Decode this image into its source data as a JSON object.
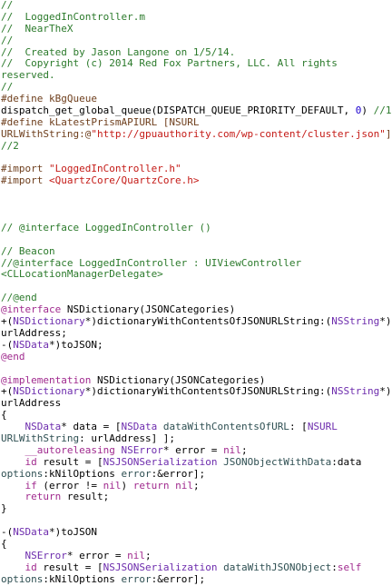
{
  "editor": {
    "colors": {
      "comment": "#2b7a2b",
      "keyword": "#a02a8e",
      "preprocessor": "#6e3e1c",
      "string": "#c41a16",
      "type": "#6d2cad",
      "method": "#2e4f52",
      "number": "#1c00cf",
      "plain": "#000000"
    },
    "lines": [
      [
        [
          "comment",
          "//"
        ]
      ],
      [
        [
          "comment",
          "//  LoggedInController.m"
        ]
      ],
      [
        [
          "comment",
          "//  NearTheX"
        ]
      ],
      [
        [
          "comment",
          "//"
        ]
      ],
      [
        [
          "comment",
          "//  Created by Jason Langone on 1/5/14."
        ]
      ],
      [
        [
          "comment",
          "//  Copyright (c) 2014 Red Fox Partners, LLC. All rights"
        ]
      ],
      [
        [
          "comment",
          "reserved."
        ]
      ],
      [
        [
          "comment",
          "//"
        ]
      ],
      [
        [
          "preproc",
          "#define kBgQueue"
        ]
      ],
      [
        [
          "plain",
          "dispatch_get_global_queue(DISPATCH_QUEUE_PRIORITY_DEFAULT, "
        ],
        [
          "number",
          "0"
        ],
        [
          "plain",
          ") "
        ],
        [
          "comment",
          "//1"
        ]
      ],
      [
        [
          "preproc",
          "#define kLatestPrismAPIURL [NSURL"
        ]
      ],
      [
        [
          "preproc",
          "URLWithString:@"
        ],
        [
          "string",
          "\"http://gpuauthority.com/wp-content/cluster.json\""
        ],
        [
          "preproc",
          "]"
        ]
      ],
      [
        [
          "comment",
          "//2"
        ]
      ],
      [
        [
          "plain",
          ""
        ]
      ],
      [
        [
          "preproc",
          "#import "
        ],
        [
          "string",
          "\"LoggedInController.h\""
        ]
      ],
      [
        [
          "preproc",
          "#import "
        ],
        [
          "string",
          "<QuartzCore/QuartzCore.h>"
        ]
      ],
      [
        [
          "plain",
          ""
        ]
      ],
      [
        [
          "plain",
          ""
        ]
      ],
      [
        [
          "plain",
          ""
        ]
      ],
      [
        [
          "comment",
          "// @interface LoggedInController ()"
        ]
      ],
      [
        [
          "plain",
          ""
        ]
      ],
      [
        [
          "comment",
          "// Beacon"
        ]
      ],
      [
        [
          "comment",
          "//@interface LoggedInController : UIViewController"
        ]
      ],
      [
        [
          "comment",
          "<CLLocationManagerDelegate>"
        ]
      ],
      [
        [
          "plain",
          ""
        ]
      ],
      [
        [
          "comment",
          "//@end"
        ]
      ],
      [
        [
          "keyword",
          "@interface"
        ],
        [
          "plain",
          " NSDictionary(JSONCategories)"
        ]
      ],
      [
        [
          "plain",
          "+("
        ],
        [
          "type",
          "NSDictionary"
        ],
        [
          "plain",
          "*)dictionaryWithContentsOfJSONURLString:("
        ],
        [
          "type",
          "NSString"
        ],
        [
          "plain",
          "*)"
        ]
      ],
      [
        [
          "plain",
          "urlAddress;"
        ]
      ],
      [
        [
          "plain",
          "-("
        ],
        [
          "type",
          "NSData"
        ],
        [
          "plain",
          "*)toJSON;"
        ]
      ],
      [
        [
          "keyword",
          "@end"
        ]
      ],
      [
        [
          "plain",
          ""
        ]
      ],
      [
        [
          "keyword",
          "@implementation"
        ],
        [
          "plain",
          " NSDictionary(JSONCategories)"
        ]
      ],
      [
        [
          "plain",
          "+("
        ],
        [
          "type",
          "NSDictionary"
        ],
        [
          "plain",
          "*)dictionaryWithContentsOfJSONURLString:("
        ],
        [
          "type",
          "NSString"
        ],
        [
          "plain",
          "*)"
        ]
      ],
      [
        [
          "plain",
          "urlAddress"
        ]
      ],
      [
        [
          "plain",
          "{"
        ]
      ],
      [
        [
          "plain",
          "    "
        ],
        [
          "type",
          "NSData"
        ],
        [
          "plain",
          "* data = ["
        ],
        [
          "type",
          "NSData"
        ],
        [
          "plain",
          " "
        ],
        [
          "method",
          "dataWithContentsOfURL"
        ],
        [
          "plain",
          ": ["
        ],
        [
          "type",
          "NSURL"
        ]
      ],
      [
        [
          "method",
          "URLWithString"
        ],
        [
          "plain",
          ": urlAddress] ];"
        ]
      ],
      [
        [
          "plain",
          "    "
        ],
        [
          "keyword",
          "__autoreleasing"
        ],
        [
          "plain",
          " "
        ],
        [
          "type",
          "NSError"
        ],
        [
          "plain",
          "* error = "
        ],
        [
          "keyword",
          "nil"
        ],
        [
          "plain",
          ";"
        ]
      ],
      [
        [
          "plain",
          "    "
        ],
        [
          "keyword",
          "id"
        ],
        [
          "plain",
          " result = ["
        ],
        [
          "type",
          "NSJSONSerialization"
        ],
        [
          "plain",
          " "
        ],
        [
          "method",
          "JSONObjectWithData"
        ],
        [
          "plain",
          ":data"
        ]
      ],
      [
        [
          "method",
          "options"
        ],
        [
          "plain",
          ":kNilOptions "
        ],
        [
          "method",
          "error"
        ],
        [
          "plain",
          ":&error];"
        ]
      ],
      [
        [
          "plain",
          "    "
        ],
        [
          "keyword",
          "if"
        ],
        [
          "plain",
          " (error != "
        ],
        [
          "keyword",
          "nil"
        ],
        [
          "plain",
          ") "
        ],
        [
          "keyword",
          "return"
        ],
        [
          "plain",
          " "
        ],
        [
          "keyword",
          "nil"
        ],
        [
          "plain",
          ";"
        ]
      ],
      [
        [
          "plain",
          "    "
        ],
        [
          "keyword",
          "return"
        ],
        [
          "plain",
          " result;"
        ]
      ],
      [
        [
          "plain",
          "}"
        ]
      ],
      [
        [
          "plain",
          ""
        ]
      ],
      [
        [
          "plain",
          "-("
        ],
        [
          "type",
          "NSData"
        ],
        [
          "plain",
          "*)toJSON"
        ]
      ],
      [
        [
          "plain",
          "{"
        ]
      ],
      [
        [
          "plain",
          "    "
        ],
        [
          "type",
          "NSError"
        ],
        [
          "plain",
          "* error = "
        ],
        [
          "keyword",
          "nil"
        ],
        [
          "plain",
          ";"
        ]
      ],
      [
        [
          "plain",
          "    "
        ],
        [
          "keyword",
          "id"
        ],
        [
          "plain",
          " result = ["
        ],
        [
          "type",
          "NSJSONSerialization"
        ],
        [
          "plain",
          " "
        ],
        [
          "method",
          "dataWithJSONObject"
        ],
        [
          "plain",
          ":"
        ],
        [
          "keyword",
          "self"
        ]
      ],
      [
        [
          "method",
          "options"
        ],
        [
          "plain",
          ":kNilOptions "
        ],
        [
          "method",
          "error"
        ],
        [
          "plain",
          ":&error];"
        ]
      ]
    ]
  }
}
